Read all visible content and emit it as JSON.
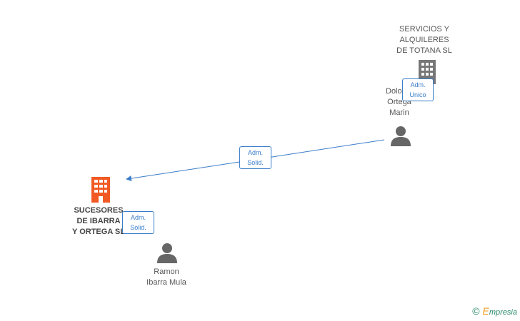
{
  "nodes": {
    "servicios": {
      "name_lines": [
        "SERVICIOS Y",
        "ALQUILERES",
        "DE TOTANA SL"
      ],
      "icon": "building-icon",
      "color": "#777777"
    },
    "dolores": {
      "name_lines": [
        "Dolores",
        "Ortega",
        "Marin"
      ],
      "icon": "person-icon",
      "color": "#666666"
    },
    "sucesores": {
      "name_lines": [
        "SUCESORES",
        "DE IBARRA",
        "Y ORTEGA SL"
      ],
      "icon": "building-icon",
      "color": "#f15a24"
    },
    "ramon": {
      "name_lines": [
        "Ramon",
        "Ibarra Mula"
      ],
      "icon": "person-icon",
      "color": "#666666"
    }
  },
  "badges": {
    "adm_unico": [
      "Adm.",
      "Unico"
    ],
    "adm_solid_edge": [
      "Adm.",
      "Solid."
    ],
    "adm_solid_ramon": [
      "Adm.",
      "Solid."
    ]
  },
  "colors": {
    "edge": "#3a7dc9"
  },
  "footer": {
    "copyright": "©",
    "brand_initial": "E",
    "brand_rest": "mpresia"
  }
}
